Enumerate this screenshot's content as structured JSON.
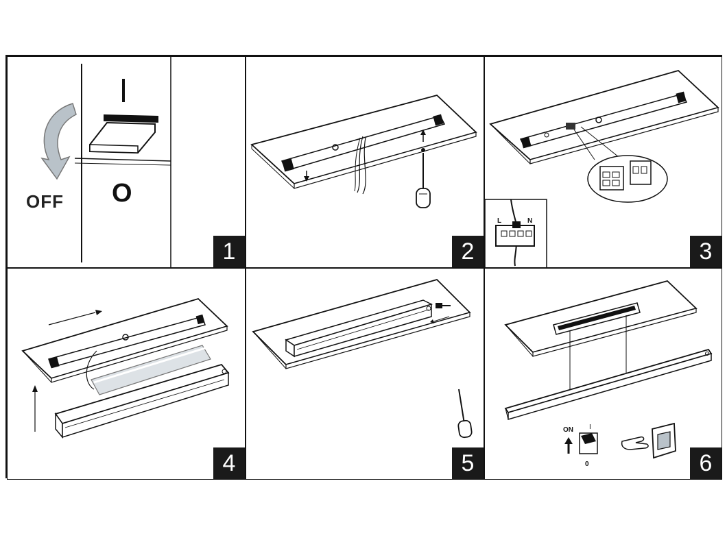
{
  "panels": [
    {
      "number": "1",
      "labels": {
        "off": "OFF",
        "zero": "O",
        "one": "I"
      }
    },
    {
      "number": "2"
    },
    {
      "number": "3",
      "labels": {
        "l": "L",
        "n": "N"
      }
    },
    {
      "number": "4"
    },
    {
      "number": "5"
    },
    {
      "number": "6",
      "labels": {
        "on": "ON",
        "one": "I",
        "zero": "0"
      }
    }
  ]
}
